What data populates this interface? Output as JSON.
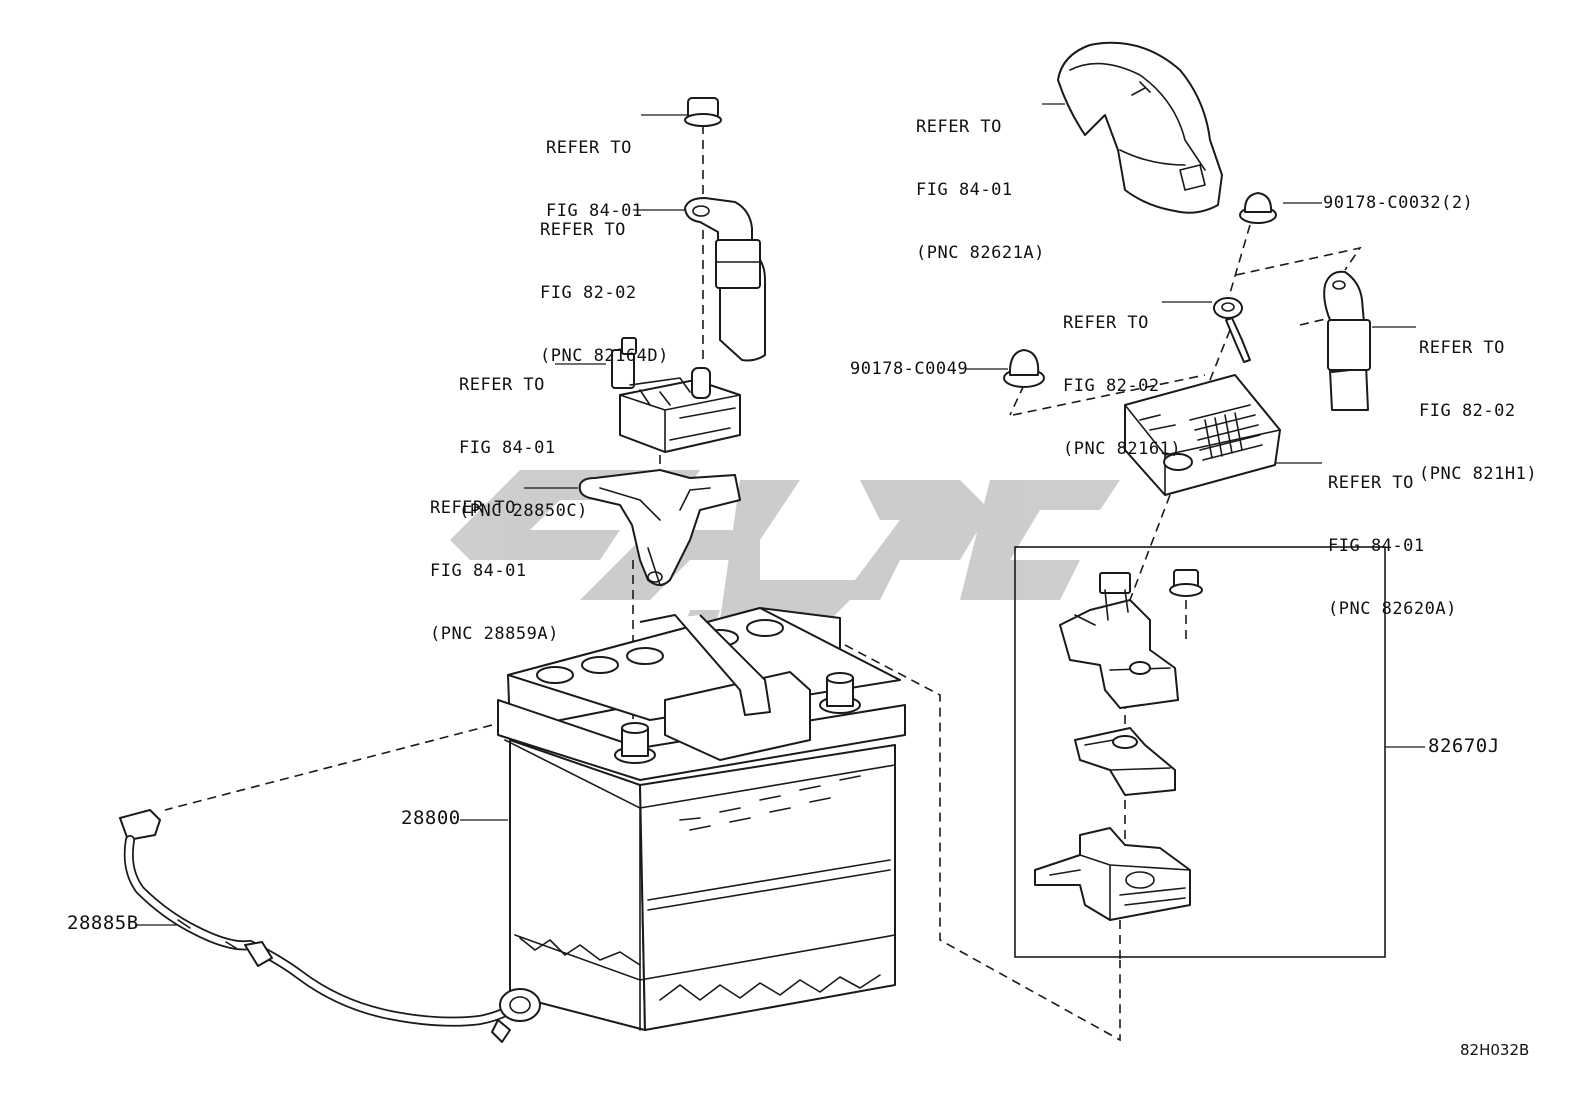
{
  "labels": {
    "ref_nut_top": [
      "REFER TO",
      "FIG 84-01"
    ],
    "ref_clamp_82164d": [
      "REFER TO",
      "FIG 82-02",
      "(PNC 82164D)"
    ],
    "ref_fuse_28850c": [
      "REFER TO",
      "FIG 84-01",
      "(PNC 28850C)"
    ],
    "ref_bracket_28859a": [
      "REFER TO",
      "FIG 84-01",
      "(PNC 28859A)"
    ],
    "ref_cover_82621a": [
      "REFER TO",
      "FIG 84-01",
      "(PNC 82621A)"
    ],
    "ref_terminal_82161": [
      "REFER TO",
      "FIG 82-02",
      "(PNC 82161)"
    ],
    "ref_cable_821h1": [
      "REFER TO",
      "FIG 82-02",
      "(PNC 821H1)"
    ],
    "ref_fusebox_82620a": [
      "REFER TO",
      "FIG 84-01",
      "(PNC 82620A)"
    ],
    "part_90178_c0032": "90178-C0032(2)",
    "part_90178_c0049": "90178-C0049",
    "part_28800": "28800",
    "part_28885b": "28885B",
    "part_82670j": "82670J",
    "diagram_code": "82H032B"
  },
  "colors": {
    "line": "#1a1a1a",
    "watermark": "#c8c8c8"
  }
}
